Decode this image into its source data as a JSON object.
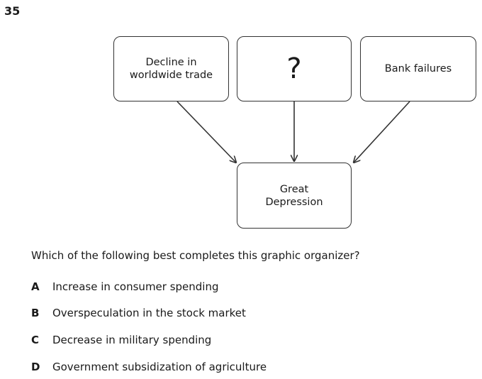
{
  "question": {
    "number": "35",
    "prompt": "Which of the following best completes this graphic organizer?",
    "choices": [
      {
        "letter": "A",
        "text": "Increase in consumer spending"
      },
      {
        "letter": "B",
        "text": "Overspeculation in the stock market"
      },
      {
        "letter": "C",
        "text": "Decrease in military spending"
      },
      {
        "letter": "D",
        "text": "Government subsidization of agriculture"
      }
    ]
  },
  "diagram": {
    "causes": [
      {
        "label": "Decline in\nworldwide trade"
      },
      {
        "label": "?"
      },
      {
        "label": "Bank failures"
      }
    ],
    "effect": {
      "label": "Great\nDepression"
    },
    "stroke_color": "#333333"
  }
}
